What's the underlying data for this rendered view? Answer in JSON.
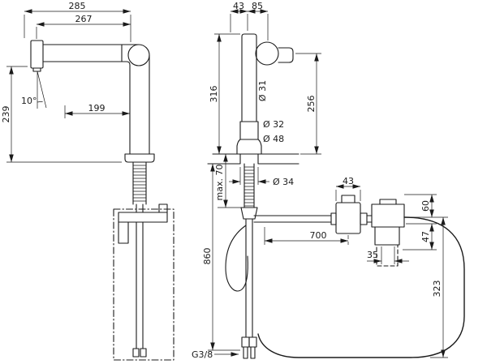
{
  "colors": {
    "line": "#1a1a1a",
    "background": "#ffffff"
  },
  "views": {
    "side": {
      "dim_total_reach": "285",
      "dim_inner_reach": "267",
      "dim_height": "239",
      "dim_angle": "10°",
      "dim_spout_reach": "199"
    },
    "front": {
      "dim_width_a": "43",
      "dim_width_b": "85",
      "dim_body_height": "316",
      "dim_dia_column": "Ø 31",
      "dim_handle_height": "256",
      "dim_dia_mid": "Ø 32",
      "dim_dia_base": "Ø 48",
      "dim_dia_hole": "Ø 34",
      "dim_max_deck": "max. 70",
      "dim_hose_length": "860",
      "dim_thread": "G3/8"
    },
    "install": {
      "dim_valve_width": "43",
      "dim_valve_height": "60",
      "dim_box_height": "47",
      "dim_hose_run": "700",
      "dim_offset": "35",
      "dim_loop_height": "323"
    }
  }
}
